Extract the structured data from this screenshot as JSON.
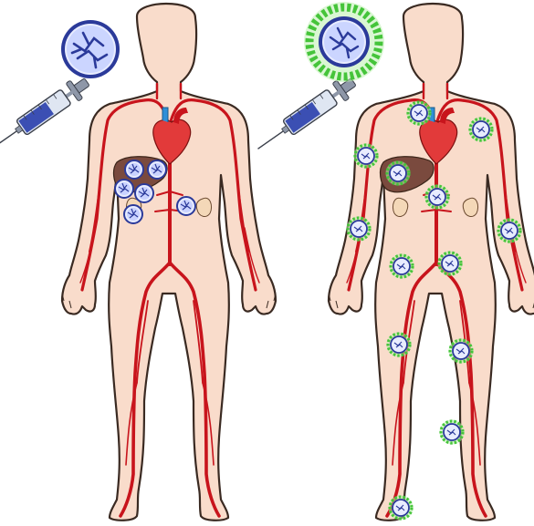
{
  "panels": [
    {
      "id": "left",
      "particle": {
        "coating": "none",
        "label": ""
      },
      "particles_in_body": "liver-and-spleen"
    },
    {
      "id": "right",
      "particle": {
        "coating": "polymer-shell",
        "label": ""
      },
      "particles_in_body": "distributed-throughout-vessels"
    }
  ],
  "colors": {
    "skin": "#f9dccb",
    "skin_outline": "#3a2a22",
    "artery": "#c8141c",
    "artery_dark": "#8e0d12",
    "particle_core": "#3d4fb5",
    "particle_light": "#e8ecff",
    "coating": "#45c43a",
    "coating_glow": "#b6f0a8",
    "liver": "#7a4a3e",
    "heart": "#e23a3a",
    "vein": "#2e8fd8",
    "syringe_barrel": "#dfe6f2",
    "syringe_fluid": "#3b4fb3",
    "syringe_metal": "#8e97a8"
  },
  "icons": [
    "body-outline",
    "arterial-tree",
    "heart-icon",
    "liver-icon",
    "kidney-icon",
    "syringe-icon",
    "nanoparticle-icon",
    "coated-nanoparticle-icon"
  ]
}
